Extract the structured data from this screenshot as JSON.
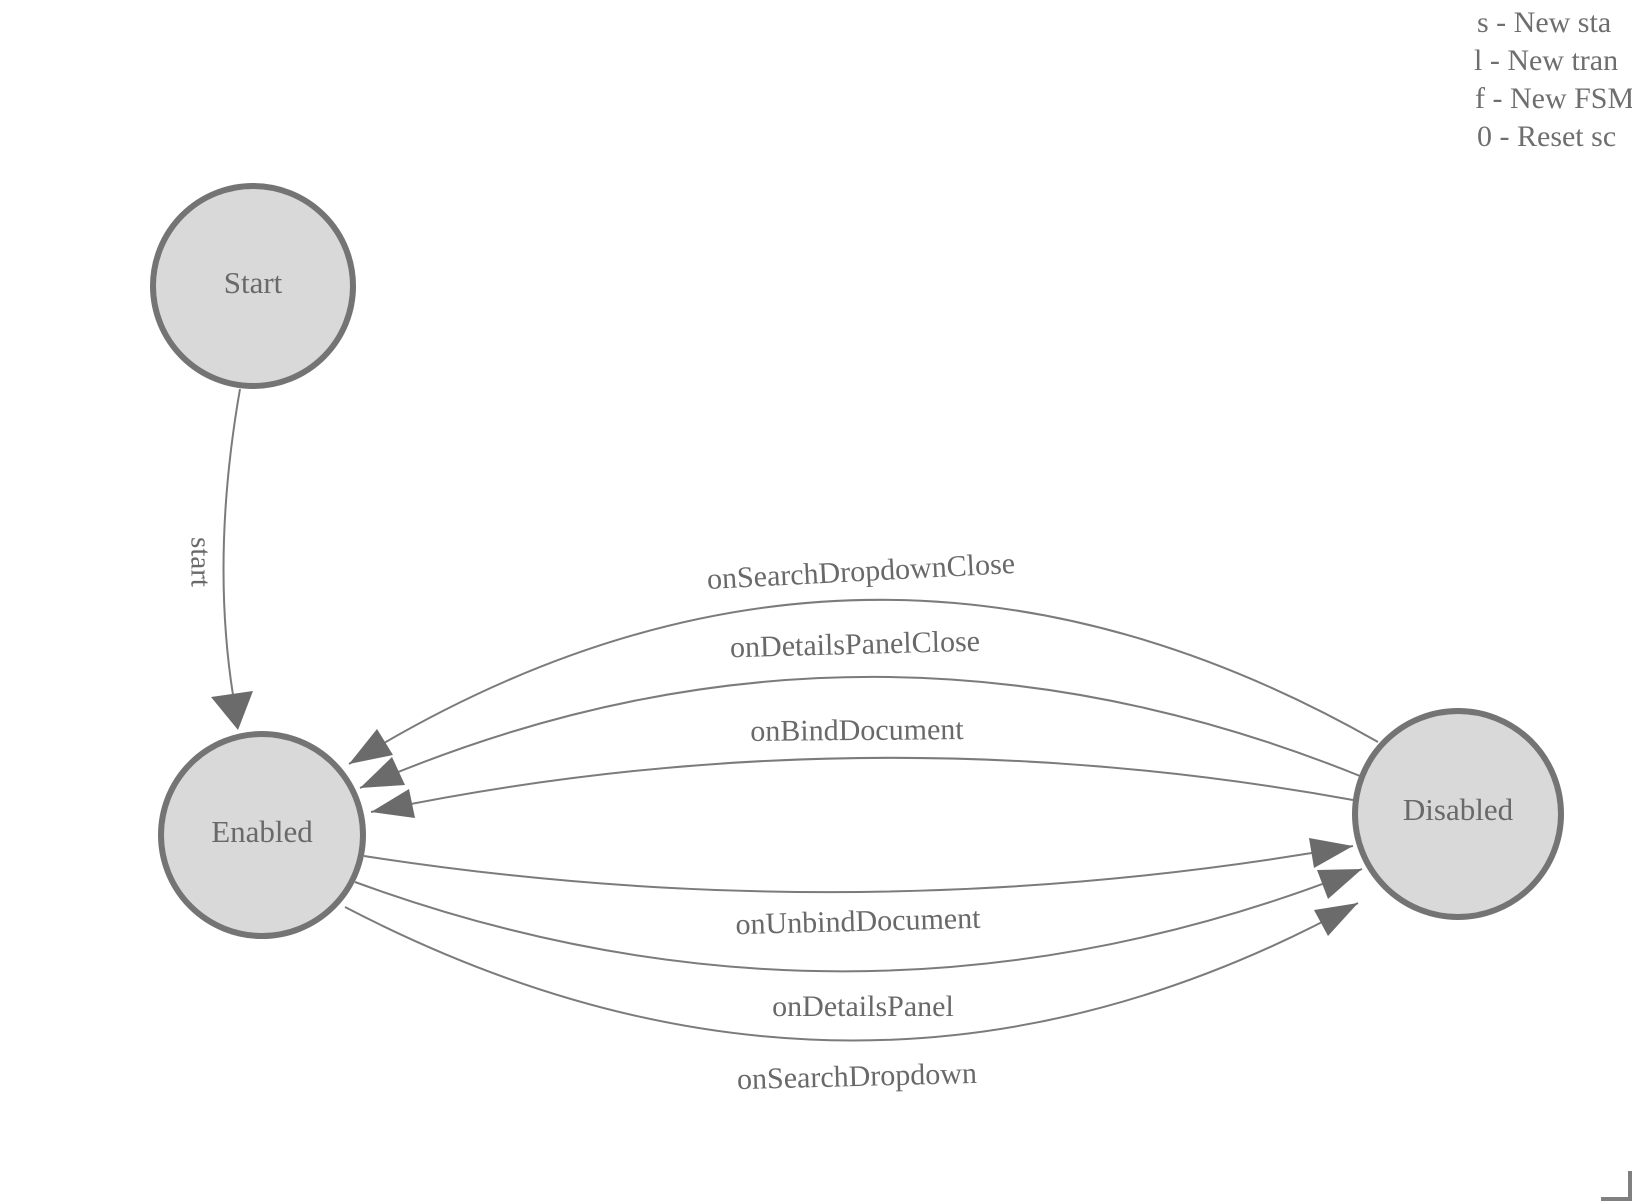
{
  "diagram": {
    "type": "finite-state-machine",
    "nodes": [
      {
        "id": "start",
        "label": "Start"
      },
      {
        "id": "enabled",
        "label": "Enabled"
      },
      {
        "id": "disabled",
        "label": "Disabled"
      }
    ],
    "edges": [
      {
        "label": "start",
        "from": "Start",
        "to": "Enabled"
      },
      {
        "label": "onSearchDropdownClose",
        "from": "Disabled",
        "to": "Enabled"
      },
      {
        "label": "onDetailsPanelClose",
        "from": "Disabled",
        "to": "Enabled"
      },
      {
        "label": "onBindDocument",
        "from": "Disabled",
        "to": "Enabled"
      },
      {
        "label": "onUnbindDocument",
        "from": "Enabled",
        "to": "Disabled"
      },
      {
        "label": "onDetailsPanel",
        "from": "Enabled",
        "to": "Disabled"
      },
      {
        "label": "onSearchDropdown",
        "from": "Enabled",
        "to": "Disabled"
      }
    ]
  },
  "legend": {
    "lines": [
      "s - New sta",
      "l - New tran",
      "f - New FSM",
      "0 - Reset sc"
    ]
  },
  "colors": {
    "background": "#ffffff",
    "node_fill": "#d9d9d9",
    "node_stroke": "#747474",
    "edge_stroke": "#7b7b7b",
    "arrow_fill": "#6b6b6b",
    "label_text": "#696969",
    "legend_text": "#6e6e6e",
    "corner_bracket": "#808080"
  }
}
